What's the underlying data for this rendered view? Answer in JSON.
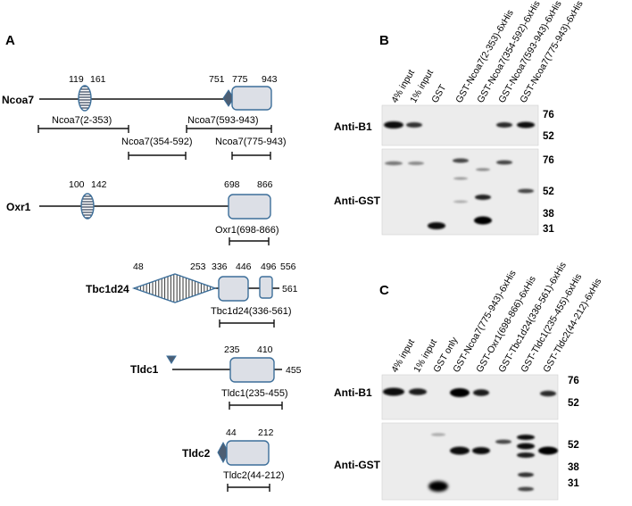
{
  "panels": {
    "a": "A",
    "b": "B",
    "c": "C"
  },
  "colors": {
    "domain_fill": "#dcdfe6",
    "domain_stroke": "#3d6f9a",
    "line": "#111111",
    "membrane": "#e8e8e8",
    "band": "#111111"
  },
  "ncoa7": {
    "name": "Ncoa7",
    "positions": [
      "119",
      "161",
      "751",
      "775",
      "943"
    ],
    "fragments": [
      "Ncoa7(2-353)",
      "Ncoa7(593-943)",
      "Ncoa7(354-592)",
      "Ncoa7(775-943)"
    ]
  },
  "oxr1": {
    "name": "Oxr1",
    "positions": [
      "100",
      "142",
      "698",
      "866"
    ],
    "fragments": [
      "Oxr1(698-866)"
    ]
  },
  "tbc1d24": {
    "name": "Tbc1d24",
    "positions": [
      "48",
      "253",
      "336",
      "446",
      "496",
      "556",
      "561"
    ],
    "fragments": [
      "Tbc1d24(336-561)"
    ]
  },
  "tldc1": {
    "name": "Tldc1",
    "positions": [
      "235",
      "410",
      "455"
    ],
    "fragments": [
      "Tldc1(235-455)"
    ]
  },
  "tldc2": {
    "name": "Tldc2",
    "positions": [
      "44",
      "212"
    ],
    "fragments": [
      "Tldc2(44-212)"
    ]
  },
  "blot_b": {
    "lanes": [
      "4% input",
      "1% input",
      "GST",
      "GST-Ncoa7(2-353)-6xHis",
      "GST-Ncoa7(354-592)-6xHis",
      "GST-Ncoa7(593-943)-6xHis",
      "GST-Ncoa7(775-943)-6xHis"
    ],
    "top_label": "Anti-B1",
    "top_markers": [
      "76",
      "52"
    ],
    "bottom_label": "Anti-GST",
    "bottom_markers": [
      "76",
      "52",
      "38",
      "31"
    ]
  },
  "blot_c": {
    "lanes": [
      "4% input",
      "1% input",
      "GST only",
      "GST-Ncoa7(775-943)-6xHis",
      "GST-Oxr1(698-866)-6xHis",
      "GST-Tbc1d24(336-561)-6xHis",
      "GST-Tldc1(235-455)-6xHis",
      "GST-Tldc2(44-212)-6xHis"
    ],
    "top_label": "Anti-B1",
    "top_markers": [
      "76",
      "52"
    ],
    "bottom_label": "Anti-GST",
    "bottom_markers": [
      "52",
      "38",
      "31"
    ]
  }
}
